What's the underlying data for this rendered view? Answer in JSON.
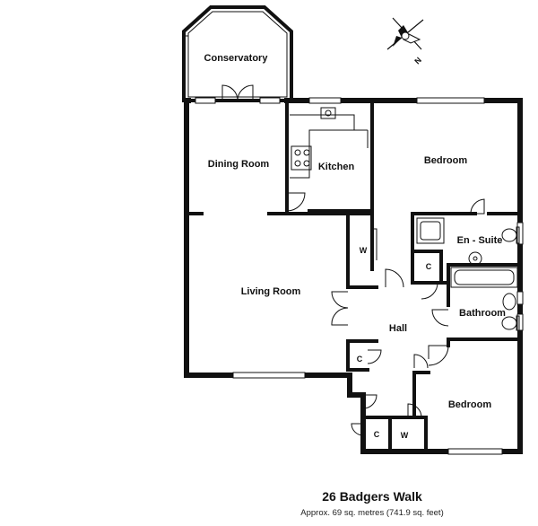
{
  "property": {
    "address": "26 Badgers Walk",
    "area": "Approx. 69 sq. metres (741.9 sq. feet)"
  },
  "compass": {
    "north_label": "N"
  },
  "rooms": {
    "conservatory": "Conservatory",
    "dining_room": "Dining Room",
    "kitchen": "Kitchen",
    "bedroom_1": "Bedroom",
    "en_suite": "En - Suite",
    "living_room": "Living Room",
    "hall": "Hall",
    "bathroom": "Bathroom",
    "bedroom_2": "Bedroom"
  },
  "cupboards": {
    "wardrobe_bed1": "W",
    "cupboard_ensuite": "C",
    "cupboard_hall": "C",
    "cupboard_front": "C",
    "wardrobe_front": "W"
  }
}
